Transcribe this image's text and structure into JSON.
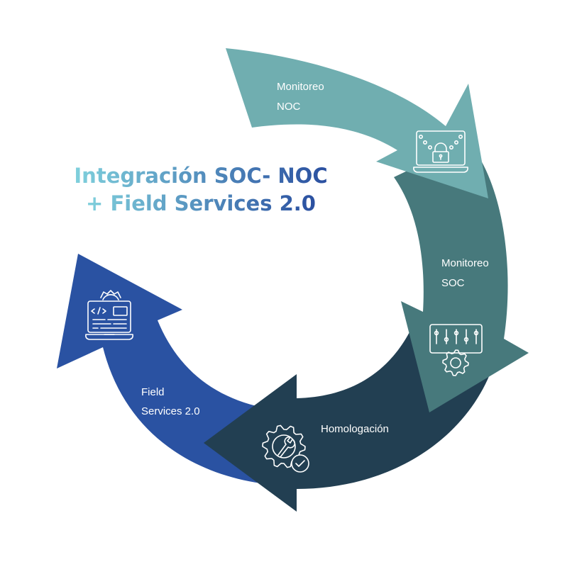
{
  "title": {
    "line1": "Integración SOC- NOC",
    "line2": "+ Field Services 2.0",
    "gradient_from": "#7fd0dc",
    "gradient_to": "#2a4fa0"
  },
  "steps": [
    {
      "id": "monitoreo-noc",
      "label_line1": "Monitoreo",
      "label_line2": "NOC",
      "color": "#70aeb0",
      "icon": "laptop-lock-icon"
    },
    {
      "id": "monitoreo-soc",
      "label_line1": "Monitoreo",
      "label_line2": "SOC",
      "color": "#47797c",
      "icon": "sliders-gear-icon"
    },
    {
      "id": "homologacion",
      "label_line1": "Homologación",
      "label_line2": "",
      "color": "#223f52",
      "icon": "gear-wrench-check-icon"
    },
    {
      "id": "field-services",
      "label_line1": "Field",
      "label_line2": "Services 2.0",
      "color": "#2a52a2",
      "icon": "laptop-code-gear-icon"
    }
  ]
}
